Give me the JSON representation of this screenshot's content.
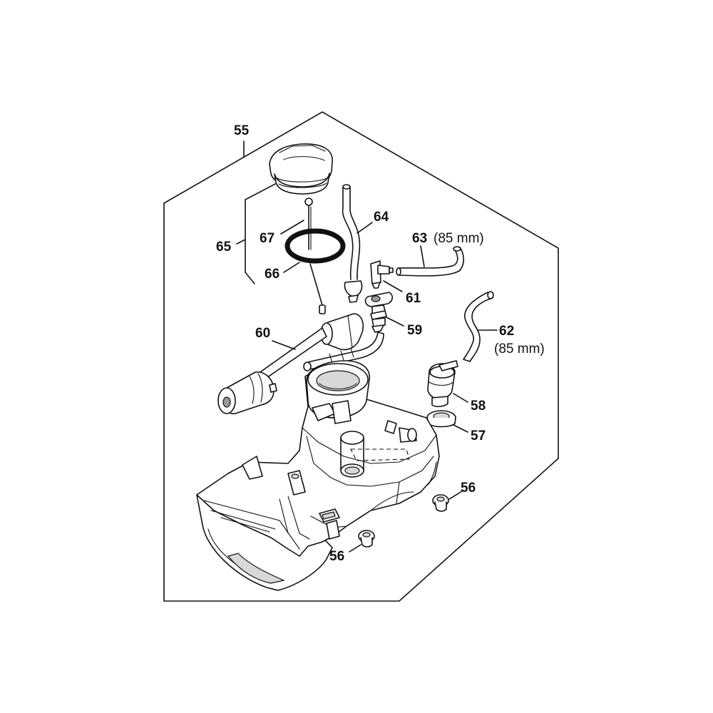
{
  "labels": {
    "l55": "55",
    "l56a": "56",
    "l56b": "56",
    "l57": "57",
    "l58": "58",
    "l59": "59",
    "l60": "60",
    "l61": "61",
    "l62": "62",
    "l62_len": "(85 mm)",
    "l63": "63",
    "l63_len": "(85 mm)",
    "l64": "64",
    "l65": "65",
    "l66": "66",
    "l67": "67"
  }
}
